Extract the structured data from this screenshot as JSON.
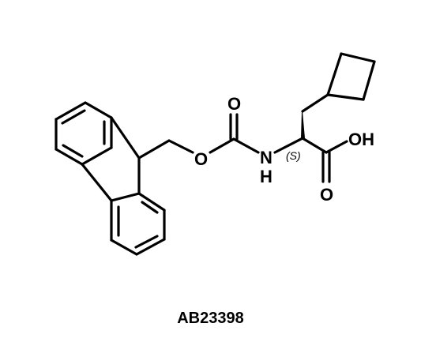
{
  "compound_id": "AB23398",
  "atoms": {
    "carbonyl_oxygen": "O",
    "ester_oxygen": "O",
    "amide_nitrogen": "N",
    "amide_hydrogen": "H",
    "hydroxyl": "OH",
    "acid_carbonyl_oxygen": "O",
    "stereo_descriptor": "(S)"
  }
}
